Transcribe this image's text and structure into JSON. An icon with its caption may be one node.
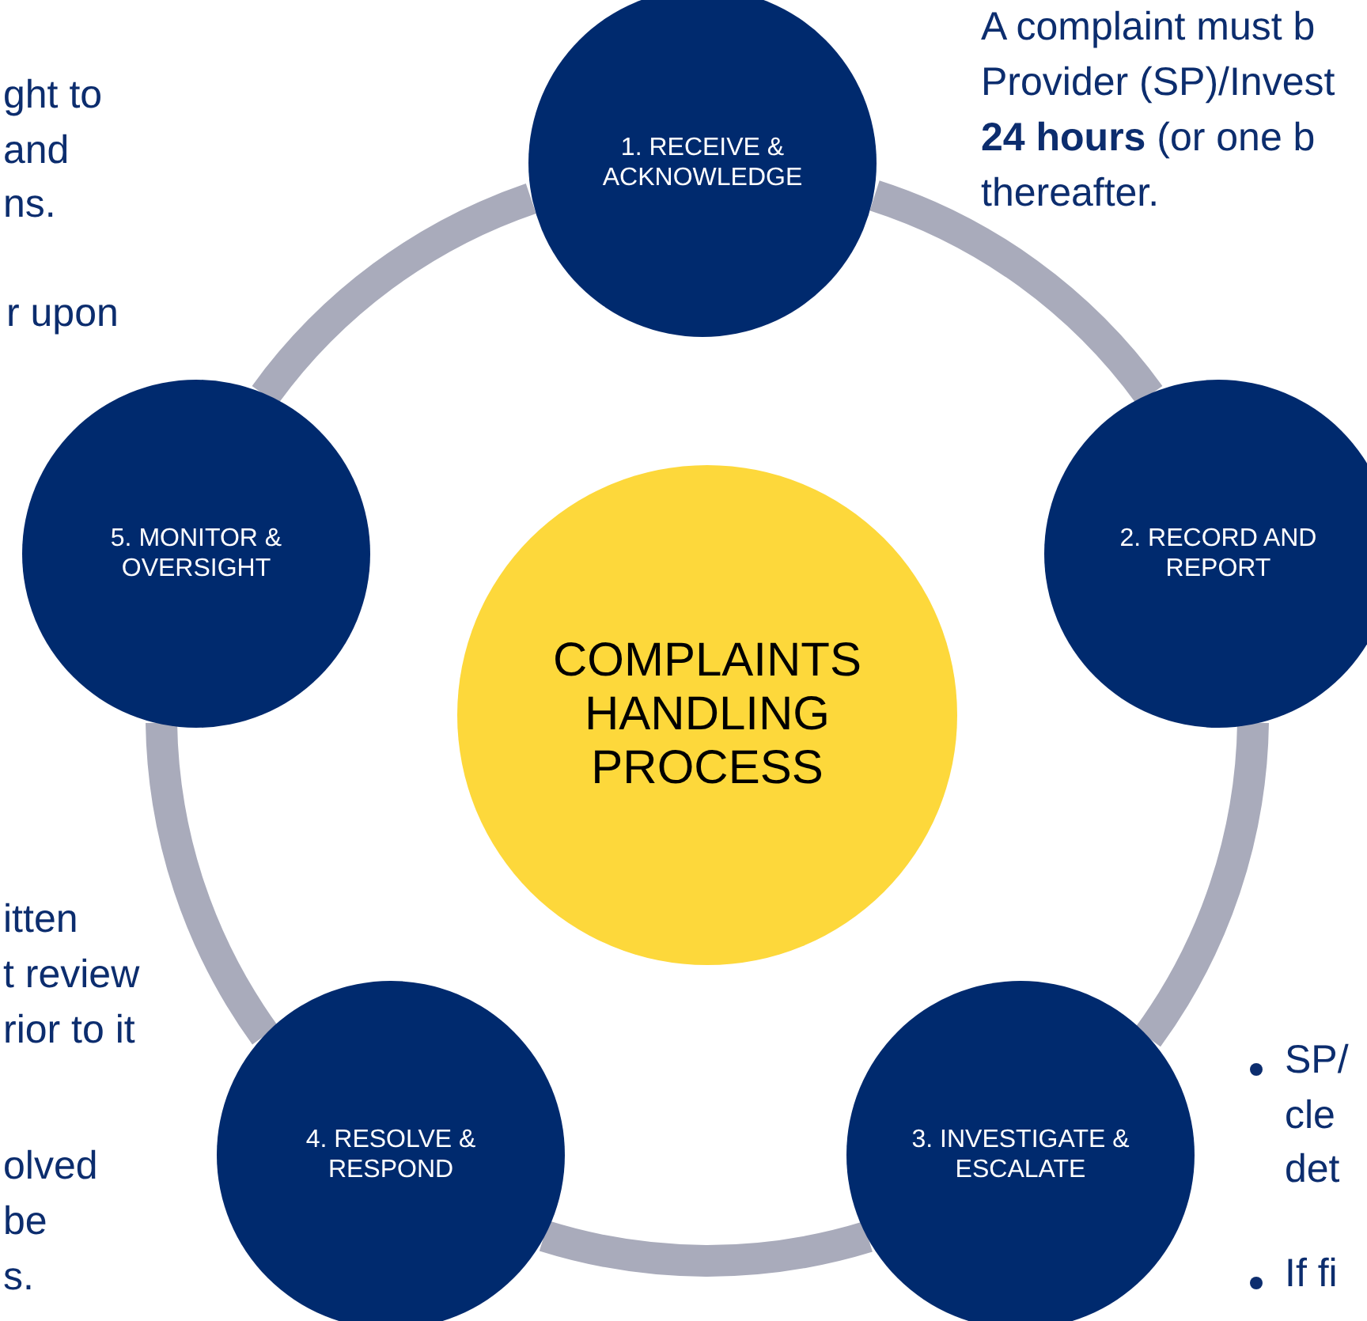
{
  "diagram": {
    "nodes": [
      {
        "text": [
          "1. RECEIVE & ACKNOWLEDGE"
        ]
      },
      {
        "text": [
          "2. RECORD AND REPORT"
        ]
      },
      {
        "text": [
          "3. INVESTIGATE & ESCALATE"
        ]
      },
      {
        "text": [
          "4. RESOLVE & RESPOND"
        ]
      },
      {
        "text": [
          "5. MONITOR & OVERSIGHT"
        ]
      },
      {
        "text": [
          "COMPLAINTS HANDLING PROCESS"
        ]
      }
    ],
    "edges": [
      {
        "from": 0,
        "to": 1,
        "arrow": "none"
      },
      {
        "from": 1,
        "to": 2,
        "arrow": "none"
      },
      {
        "from": 2,
        "to": 3,
        "arrow": "none"
      },
      {
        "from": 3,
        "to": 4,
        "arrow": "none"
      },
      {
        "from": 4,
        "to": 0,
        "arrow": "none"
      }
    ],
    "labels": [
      "ght to",
      "and",
      "ns.",
      "r upon",
      "A complaint must b",
      "Provider (SP)/Invest",
      "**24 hours** (or one b",
      "thereafter.",
      "itten",
      "t review",
      "rior to it",
      "olved",
      "be",
      "s.",
      "SP/",
      "cle",
      "det",
      "If fi"
    ]
  }
}
